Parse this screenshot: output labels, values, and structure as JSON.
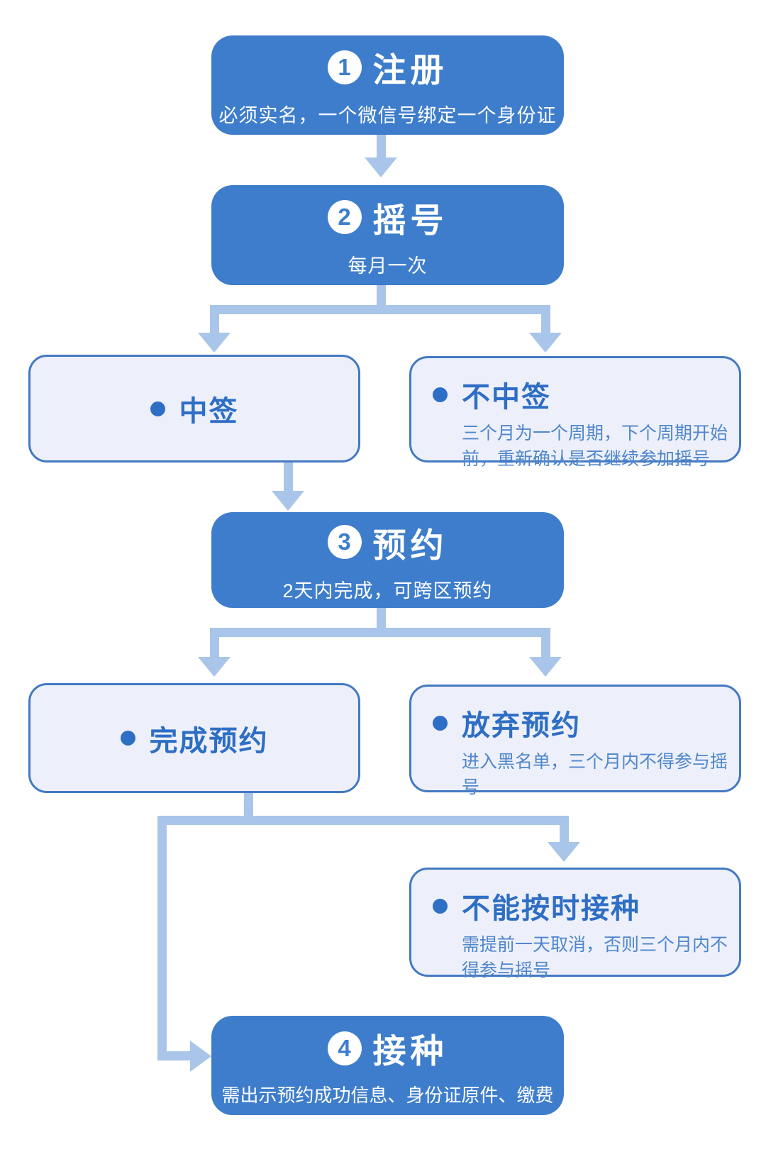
{
  "colors": {
    "blue": "#3e7dcb",
    "light": "#edf0fa",
    "border": "#4379c2",
    "connector": "#a9c5e9",
    "title-blue": "#2e6ec4",
    "desc-blue": "#4f86cc",
    "bg": "#ffffff"
  },
  "nodes": {
    "step1": {
      "number": "1",
      "title": "注册",
      "subtitle": "必须实名，一个微信号绑定一个身份证"
    },
    "step2": {
      "number": "2",
      "title": "摇号",
      "subtitle": "每月一次"
    },
    "win": {
      "title": "中签"
    },
    "lose": {
      "title": "不中签",
      "desc": "三个月为一个周期，下个周期开始前，重新确认是否继续参加摇号"
    },
    "step3": {
      "number": "3",
      "title": "预约",
      "subtitle": "2天内完成，可跨区预约"
    },
    "complete": {
      "title": "完成预约"
    },
    "abandon": {
      "title": "放弃预约",
      "desc": "进入黑名单，三个月内不得参与摇号"
    },
    "miss": {
      "title": "不能按时接种",
      "desc": "需提前一天取消，否则三个月内不得参与摇号"
    },
    "step4": {
      "number": "4",
      "title": "接种",
      "subtitle": "需出示预约成功信息、身份证原件、缴费"
    }
  },
  "edges": [
    {
      "from": "step1",
      "to": "step2"
    },
    {
      "from": "step2",
      "to": "win"
    },
    {
      "from": "step2",
      "to": "lose"
    },
    {
      "from": "win",
      "to": "step3"
    },
    {
      "from": "step3",
      "to": "complete"
    },
    {
      "from": "step3",
      "to": "abandon"
    },
    {
      "from": "complete",
      "to": "miss"
    },
    {
      "from": "complete",
      "to": "step4"
    }
  ]
}
